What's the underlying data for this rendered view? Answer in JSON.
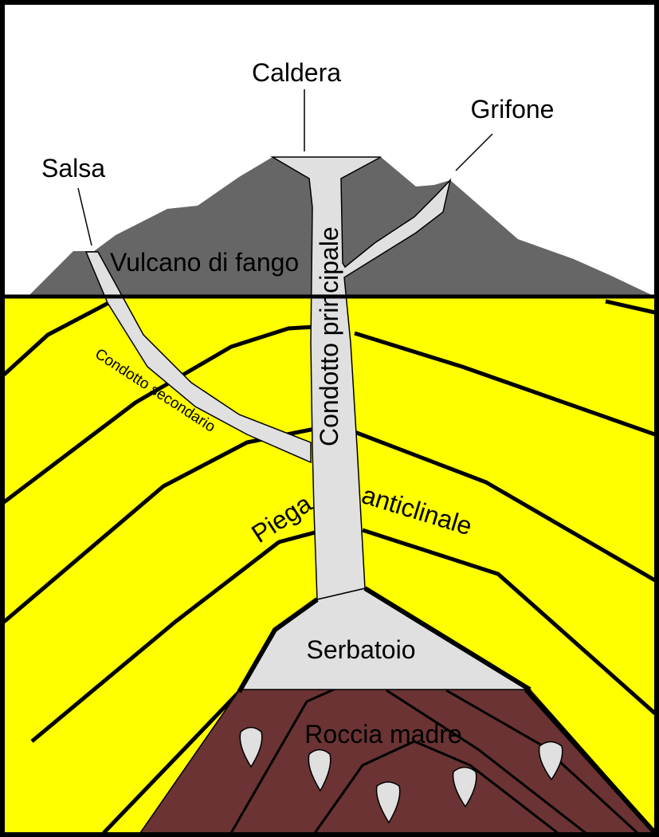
{
  "labels": {
    "caldera": "Caldera",
    "grifone": "Grifone",
    "salsa": "Salsa",
    "vulcano": "Vulcano di fango",
    "condotto_principale": "Condotto principale",
    "condotto_secondario": "Condotto secondario",
    "piega": "Piega",
    "anticlinale": "anticlinale",
    "serbatoio": "Serbatoio",
    "roccia_madre": "Roccia madre"
  },
  "colors": {
    "sky": "#ffffff",
    "volcano": "#666666",
    "strata": "#ffff00",
    "conduit": "#e0e0e0",
    "bedrock": "#6b3333",
    "outline": "#000000"
  }
}
